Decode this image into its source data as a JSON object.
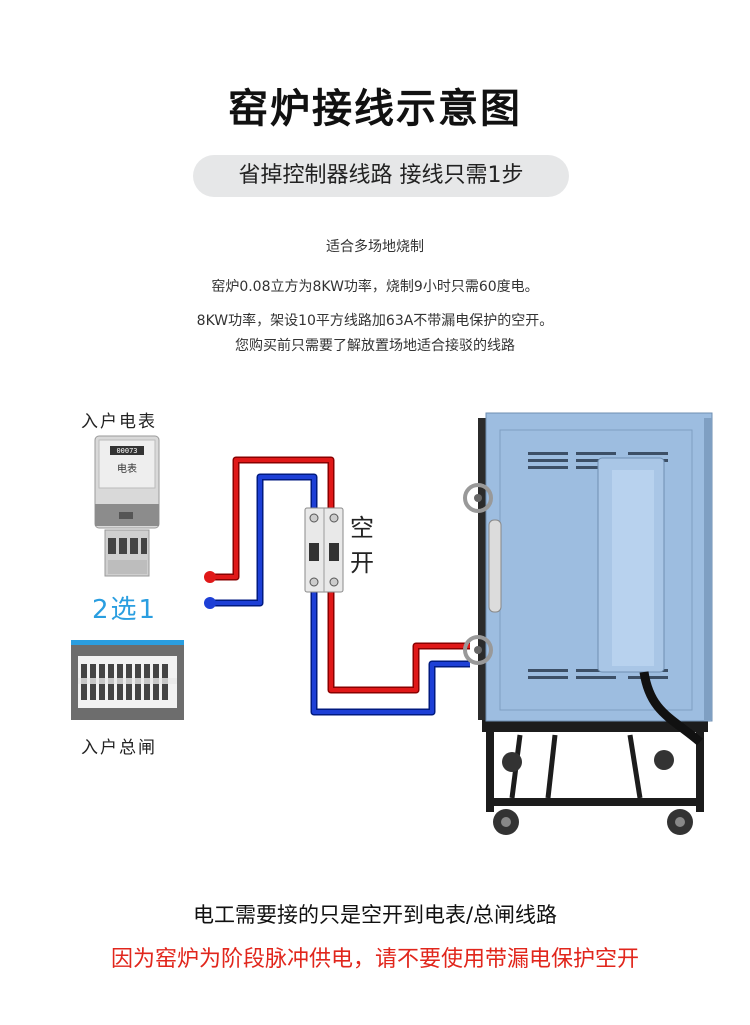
{
  "title": "窑炉接线示意图",
  "subtitle": "省掉控制器线路 接线只需1步",
  "description": {
    "heading": "适合多场地烧制",
    "line1": "窑炉0.08立方为8KW功率，烧制9小时只需60度电。",
    "line2": "8KW功率，架设10平方线路加63A不带漏电保护的空开。",
    "line3": "您购买前只需要了解放置场地适合接驳的线路"
  },
  "diagram": {
    "meter_label": "入户电表",
    "meter_face_text": "电表",
    "meter_counter": "00073",
    "choose_text": "2选1",
    "panel_label": "入户总闸",
    "breaker_label_1": "空",
    "breaker_label_2": "开",
    "colors": {
      "live_wire": "#e01818",
      "neutral_wire": "#1d3fd6",
      "kiln_body": "#9dbde0",
      "frame": "#1c1c1c",
      "accent": "#2a9ee0"
    },
    "icons": [
      "electric-meter-icon",
      "distribution-panel-icon",
      "air-switch-icon",
      "kiln-icon"
    ]
  },
  "footer": {
    "note": "电工需要接的只是空开到电表/总闸线路",
    "warning": "因为窑炉为阶段脉冲供电，请不要使用带漏电保护空开"
  }
}
